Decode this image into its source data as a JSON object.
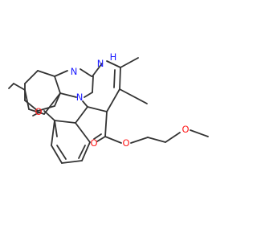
{
  "molecule": {
    "atom_labels": {
      "n_ring": "N",
      "nh_n": "N",
      "nh_h": "H",
      "o_methoxy_aryl": "O",
      "o_carbonyl": "O",
      "o_ester": "O",
      "o_methoxy_ether": "O",
      "n_bridge": "N"
    }
  },
  "colors": {
    "bond": "#333333",
    "nitrogen": "#1a1aff",
    "oxygen": "#ff1a1a",
    "background": "#ffffff"
  }
}
